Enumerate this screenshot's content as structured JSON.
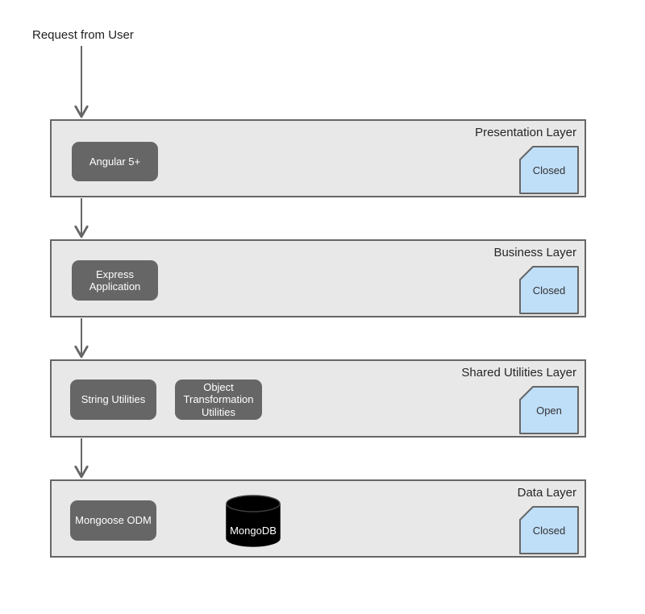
{
  "annotation": {
    "request_label": "Request from User"
  },
  "layers": [
    {
      "title": "Presentation Layer",
      "badge": "Closed",
      "nodes": [
        {
          "label": "Angular 5+"
        }
      ]
    },
    {
      "title": "Business Layer",
      "badge": "Closed",
      "nodes": [
        {
          "label": "Express Application"
        }
      ]
    },
    {
      "title": "Shared Utilities Layer",
      "badge": "Open",
      "nodes": [
        {
          "label": "String Utilities"
        },
        {
          "label": "Object Transformation Utilities"
        }
      ]
    },
    {
      "title": "Data Layer",
      "badge": "Closed",
      "nodes": [
        {
          "label": "Mongoose ODM"
        }
      ],
      "database": {
        "label": "MongoDB"
      }
    }
  ],
  "colors": {
    "layer_fill": "#e8e8e8",
    "layer_border": "#666666",
    "node_fill": "#666666",
    "node_text": "#ffffff",
    "badge_fill": "#bfdef8",
    "badge_border": "#666666",
    "arrow": "#666666",
    "database_fill": "#000000",
    "database_text": "#ffffff",
    "label_text": "#262626"
  }
}
